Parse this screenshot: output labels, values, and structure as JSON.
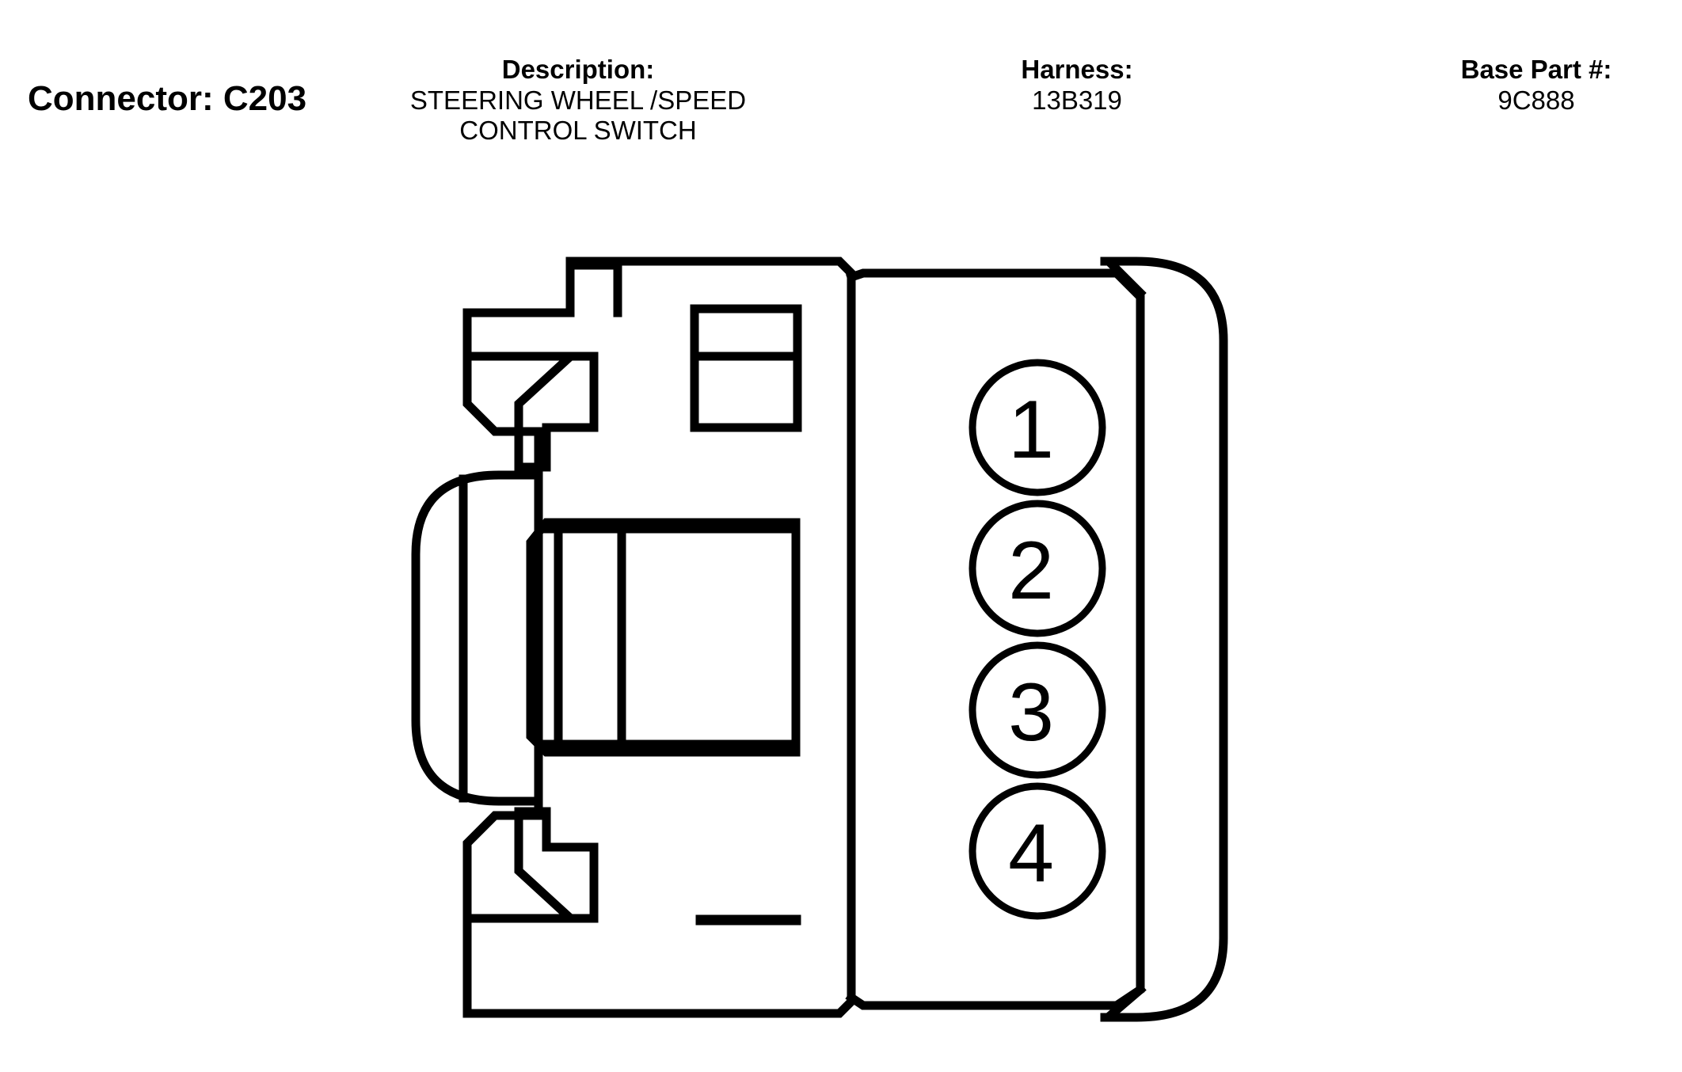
{
  "connector": {
    "title": "Connector: C203"
  },
  "description": {
    "label": "Description:",
    "line1": "STEERING WHEEL /SPEED",
    "line2": "CONTROL SWITCH"
  },
  "harness": {
    "label": "Harness:",
    "value": "13B319"
  },
  "base_part": {
    "label": "Base Part #:",
    "value": "9C888"
  },
  "pins": [
    {
      "number": "1"
    },
    {
      "number": "2"
    },
    {
      "number": "3"
    },
    {
      "number": "4"
    }
  ],
  "colors": {
    "stroke": "#000000",
    "background": "#ffffff"
  }
}
